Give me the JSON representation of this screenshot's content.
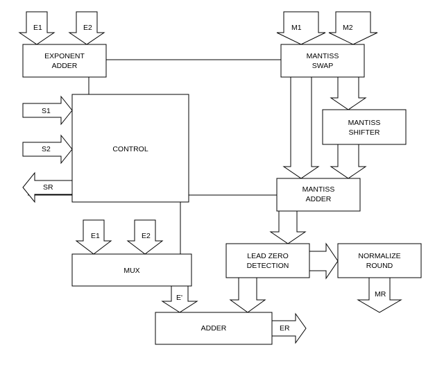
{
  "blocks": {
    "exponent_adder": [
      "EXPONENT",
      "ADDER"
    ],
    "mantiss_swap": [
      "MANTISS",
      "SWAP"
    ],
    "control": "CONTROL",
    "mantiss_shifter": [
      "MANTISS",
      "SHIFTER"
    ],
    "mantiss_adder": [
      "MANTISS",
      "ADDER"
    ],
    "mux": "MUX",
    "lead_zero_detection": [
      "LEAD ZERO",
      "DETECTION"
    ],
    "normalize_round": [
      "NORMALIZE",
      "ROUND"
    ],
    "adder": "ADDER"
  },
  "signals": {
    "e1_in": "E1",
    "e2_in": "E2",
    "m1_in": "M1",
    "m2_in": "M2",
    "s1": "S1",
    "s2": "S2",
    "sr": "SR",
    "mux_e1": "E1",
    "mux_e2": "E2",
    "e_prime": "E'",
    "er": "ER",
    "mr": "MR"
  }
}
